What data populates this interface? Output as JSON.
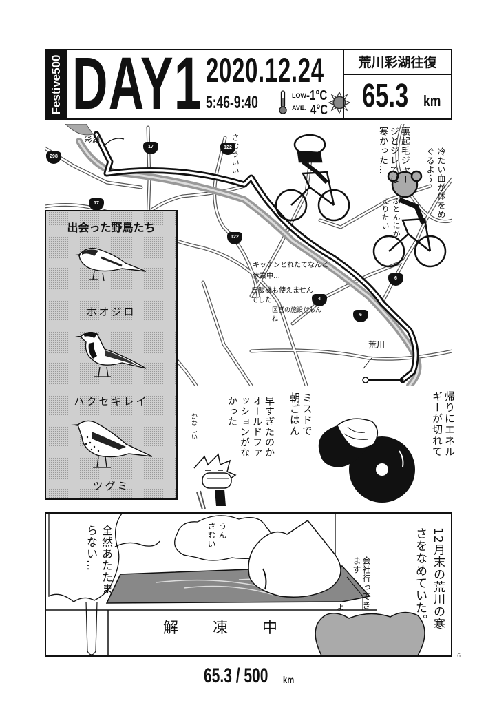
{
  "header": {
    "series": "Festive500",
    "day": "DAY1",
    "date": "2020.12.24",
    "time_range": "5:46-9:40",
    "temperature": {
      "low_label": "LOW",
      "low_value": "-1°C",
      "ave_label": "AVE.",
      "ave_value": "4°C",
      "icons": [
        "thermometer-icon",
        "sun-icon"
      ]
    },
    "route": "荒川彩湖往復",
    "distance": {
      "value": "65.3",
      "unit": "km"
    }
  },
  "map": {
    "place_labels": [
      "彩湖",
      "荒川"
    ],
    "route_shields": [
      "298",
      "17",
      "17",
      "122",
      "122",
      "4",
      "6",
      "6"
    ],
    "captions": {
      "cold": "さむういい",
      "jersey": "裏起毛ジャージとジレでは寒かった…",
      "cold_blood": "冷たい血が体をめぐるよ〜",
      "futon": "ふとんにかえりたい",
      "kitchen": "キッチンとれたてなんと 休業中…",
      "vending": "自販機も使えませんでした",
      "ward": "区営の施設だもんね"
    }
  },
  "birds_panel": {
    "title": "出会った野鳥たち",
    "birds": [
      {
        "name": "ホオジロ"
      },
      {
        "name": "ハクセキレイ"
      },
      {
        "name": "ツグミ"
      }
    ]
  },
  "breakfast": {
    "energy": "帰りにエネルギーが切れて",
    "misdo": "ミスドで朝ごはん",
    "old_fashion": "早すぎたのかオールドファッションがなかった",
    "sad": "かなしい"
  },
  "bath_panel": {
    "not_warm": "全然あたたまらない…",
    "cold": "うん さむい",
    "defrosting": "解　凍　中",
    "off_to_work": "会社行ってきます",
    "yo": "よ",
    "narration": "12月末の荒川の寒さをなめていた。"
  },
  "page_number": "6",
  "footer": {
    "progress": "65.3 / 500",
    "unit": "km"
  }
}
